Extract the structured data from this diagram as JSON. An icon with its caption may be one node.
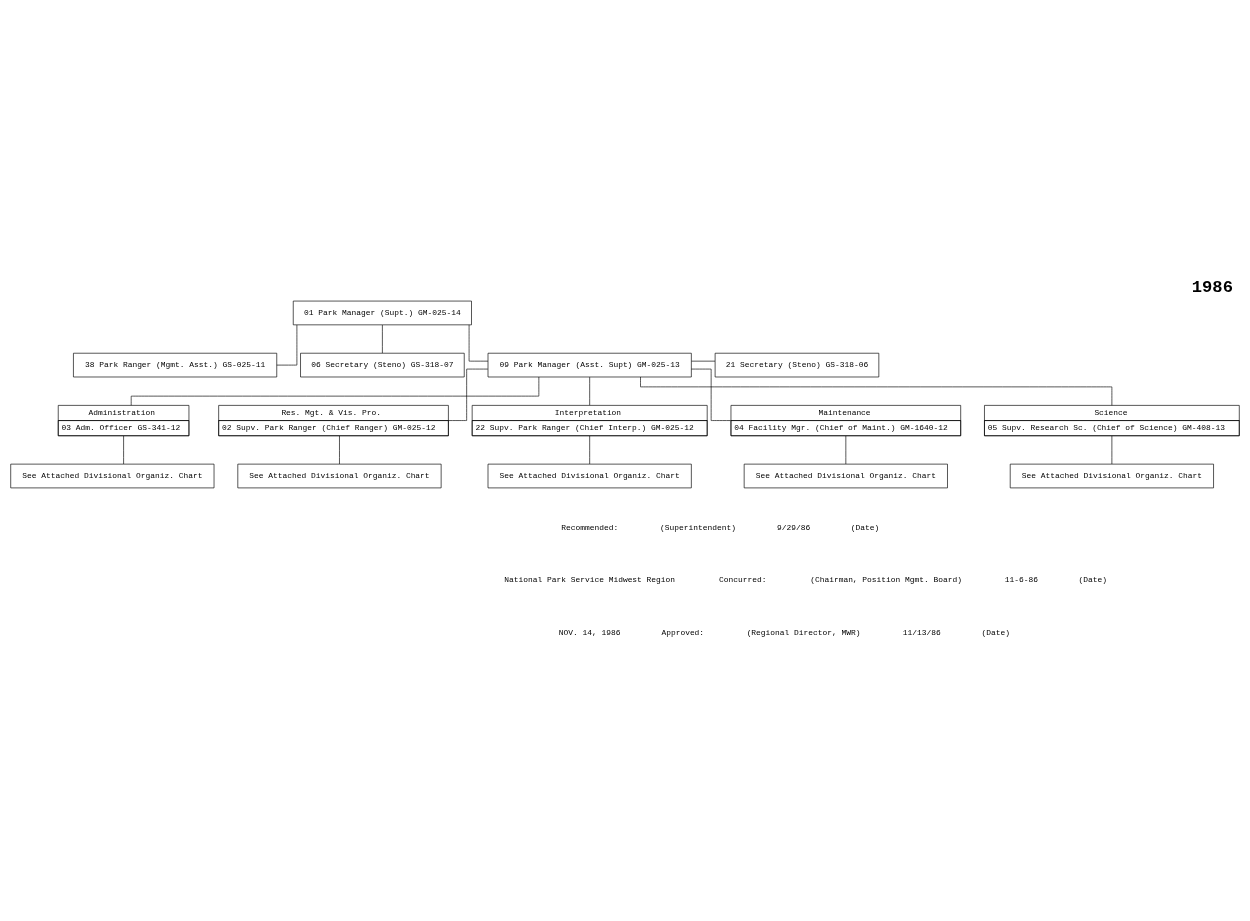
{
  "diagram": {
    "title": "1986",
    "nodes": [
      {
        "text": [
          "01 Park Manager (Supt.) GM-025-14"
        ]
      },
      {
        "text": [
          "38 Park Ranger (Mgmt. Asst.) GS-025-11"
        ]
      },
      {
        "text": [
          "06 Secretary (Steno) GS-318-07"
        ]
      },
      {
        "text": [
          "09 Park Manager (Asst. Supt) GM-025-13"
        ]
      },
      {
        "text": [
          "21 Secretary (Steno) GS-318-06"
        ]
      },
      {
        "text": [
          "Administration",
          "03 Adm. Officer GS-341-12"
        ]
      },
      {
        "text": [
          "Res. Mgt. & Vis. Pro.",
          "02 Supv. Park Ranger (Chief Ranger) GM-025-12"
        ]
      },
      {
        "text": [
          "Interpretation",
          "22 Supv. Park Ranger (Chief Interp.) GM-025-12"
        ]
      },
      {
        "text": [
          "Maintenance",
          "04 Facility Mgr. (Chief of Maint.) GM-1640-12"
        ]
      },
      {
        "text": [
          "Science",
          "05 Supv. Research Sc. (Chief of Science) GM-408-13"
        ]
      },
      {
        "text": [
          "See Attached Divisional Organiz. Chart"
        ]
      },
      {
        "text": [
          "See Attached Divisional Organiz. Chart"
        ]
      },
      {
        "text": [
          "See Attached Divisional Organiz. Chart"
        ]
      },
      {
        "text": [
          "See Attached Divisional Organiz. Chart"
        ]
      },
      {
        "text": [
          "See Attached Divisional Organiz. Chart"
        ]
      }
    ],
    "edges": [
      {
        "from": 0,
        "to": 1,
        "arrow": "none"
      },
      {
        "from": 0,
        "to": 2,
        "arrow": "none"
      },
      {
        "from": 0,
        "to": 3,
        "arrow": "none"
      },
      {
        "from": 3,
        "to": 4,
        "arrow": "none"
      },
      {
        "from": 3,
        "to": 5,
        "arrow": "none"
      },
      {
        "from": 3,
        "to": 6,
        "arrow": "none"
      },
      {
        "from": 3,
        "to": 7,
        "arrow": "none"
      },
      {
        "from": 3,
        "to": 8,
        "arrow": "none"
      },
      {
        "from": 3,
        "to": 9,
        "arrow": "none"
      },
      {
        "from": 5,
        "to": 10,
        "arrow": "none"
      },
      {
        "from": 6,
        "to": 11,
        "arrow": "none"
      },
      {
        "from": 7,
        "to": 12,
        "arrow": "none"
      },
      {
        "from": 8,
        "to": 13,
        "arrow": "none"
      },
      {
        "from": 9,
        "to": 14,
        "arrow": "none"
      }
    ],
    "labels": [
      "Recommended:",
      "(Superintendent)",
      "9/29/86",
      "(Date)",
      "National Park Service Midwest Region",
      "Concurred:",
      "(Chairman, Position Mgmt. Board)",
      "11-6-86",
      "(Date)",
      "NOV. 14, 1986",
      "Approved:",
      "(Regional Director, MWR)",
      "11/13/86",
      "(Date)"
    ]
  }
}
